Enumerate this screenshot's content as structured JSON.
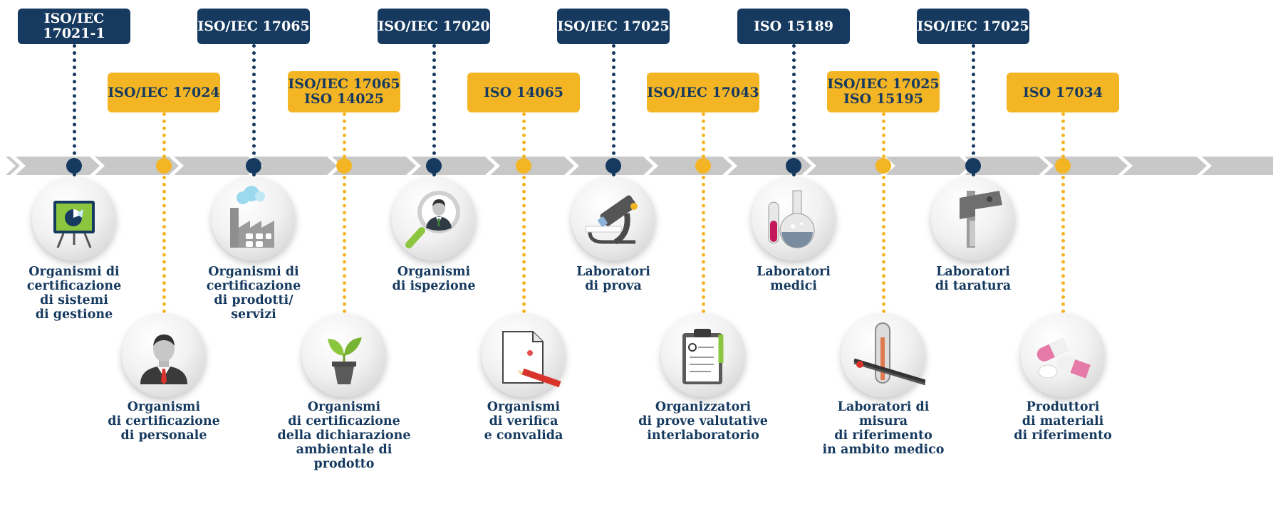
{
  "colors": {
    "navy": "#163a5f",
    "gold": "#f4b525",
    "arrow": "#c8c8c8"
  },
  "items": [
    {
      "standard": "ISO/IEC 17021-1",
      "row": "top",
      "description": "Organismi di\ncertificazione\ndi sistemi\ndi gestione",
      "icon": "presentation-board-icon"
    },
    {
      "standard": "ISO/IEC 17024",
      "row": "bottom",
      "description": "Organismi\ndi certificazione\ndi personale",
      "icon": "businessman-icon"
    },
    {
      "standard": "ISO/IEC 17065",
      "row": "top",
      "description": "Organismi di\ncertificazione\ndi prodotti/\nservizi",
      "icon": "factory-icon"
    },
    {
      "standard": "ISO/IEC 17065\nISO 14025",
      "row": "bottom",
      "description": "Organismi\ndi certificazione\ndella dichiarazione\nambientale di prodotto",
      "icon": "potted-plant-icon"
    },
    {
      "standard": "ISO/IEC 17020",
      "row": "top",
      "description": "Organismi\ndi ispezione",
      "icon": "magnifier-inspector-icon"
    },
    {
      "standard": "ISO 14065",
      "row": "bottom",
      "description": "Organismi\ndi verifica\ne convalida",
      "icon": "document-pencil-icon"
    },
    {
      "standard": "ISO/IEC 17025",
      "row": "top",
      "description": "Laboratori\ndi prova",
      "icon": "microscope-icon"
    },
    {
      "standard": "ISO/IEC 17043",
      "row": "bottom",
      "description": "Organizzatori\ndi prove valutative\ninterlaboratorio",
      "icon": "clipboard-checklist-icon"
    },
    {
      "standard": "ISO 15189",
      "row": "top",
      "description": "Laboratori\nmedici",
      "icon": "lab-flask-icon"
    },
    {
      "standard": "ISO/IEC 17025\nISO 15195",
      "row": "bottom",
      "description": "Laboratori di misura\ndi riferimento\nin ambito medico",
      "icon": "thermometer-tweezers-icon"
    },
    {
      "standard": "ISO/IEC 17025",
      "row": "top",
      "description": "Laboratori\ndi taratura",
      "icon": "caliper-icon"
    },
    {
      "standard": "ISO 17034",
      "row": "bottom",
      "description": "Produttori\ndi materiali\ndi riferimento",
      "icon": "pills-icon"
    }
  ]
}
